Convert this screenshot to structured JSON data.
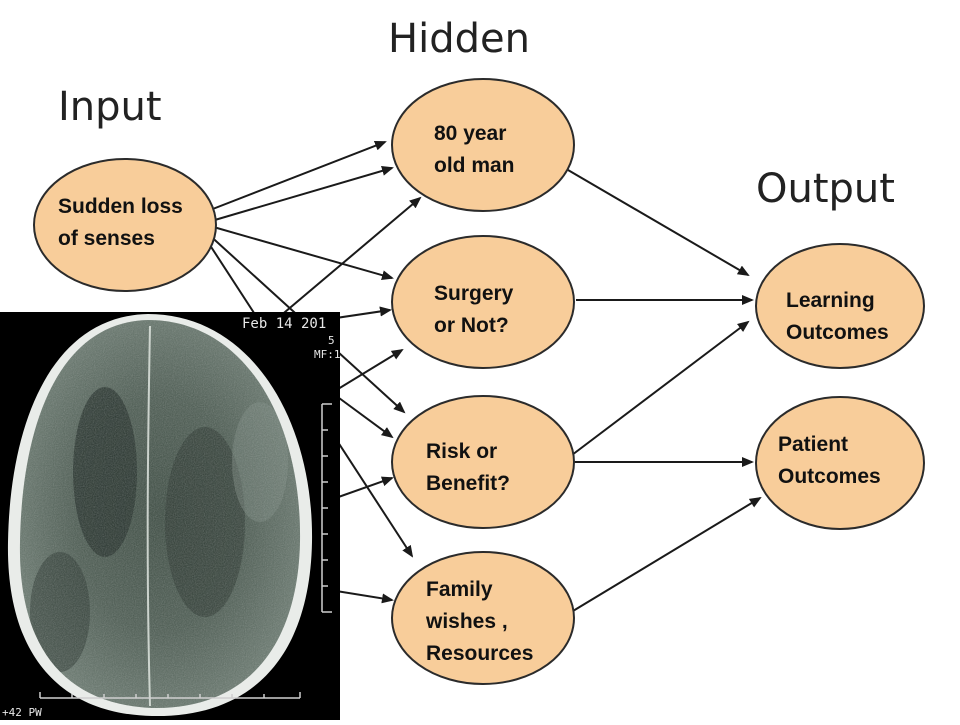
{
  "layers": {
    "input": "Input",
    "hidden": "Hidden",
    "output": "Output"
  },
  "nodes": {
    "input_1": "Sudden loss\nof senses",
    "hidden_1": "80 year\nold man",
    "hidden_2": "Surgery\nor Not?",
    "hidden_3": "Risk or\nBenefit?",
    "hidden_4": "Family\nwishes ,\nResources",
    "output_1": "Learning\nOutcomes",
    "output_2": "Patient\nOutcomes"
  },
  "ct_scan": {
    "date_text": "Feb 14 201",
    "side_text_1": "5",
    "side_text_2": "MF:1",
    "bottom_text": "+42 PW"
  },
  "colors": {
    "node_fill": "#F8CD9A",
    "node_stroke": "#2b2b2b",
    "arrow": "#1a1a1a"
  }
}
